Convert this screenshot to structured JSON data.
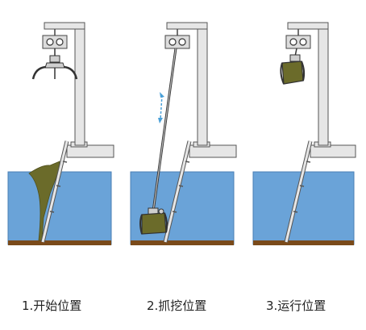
{
  "captions": [
    "1.开始位置",
    "2.抓挖位置",
    "3.运行位置"
  ],
  "colors": {
    "water": "#6aa3d8",
    "water_line": "#4a7fb5",
    "ground": "#7a4a1a",
    "silt": "#6b6b2a",
    "structure": "#e6e6e6",
    "structure_outline": "#555555",
    "arrow": "#4aa0d8"
  }
}
